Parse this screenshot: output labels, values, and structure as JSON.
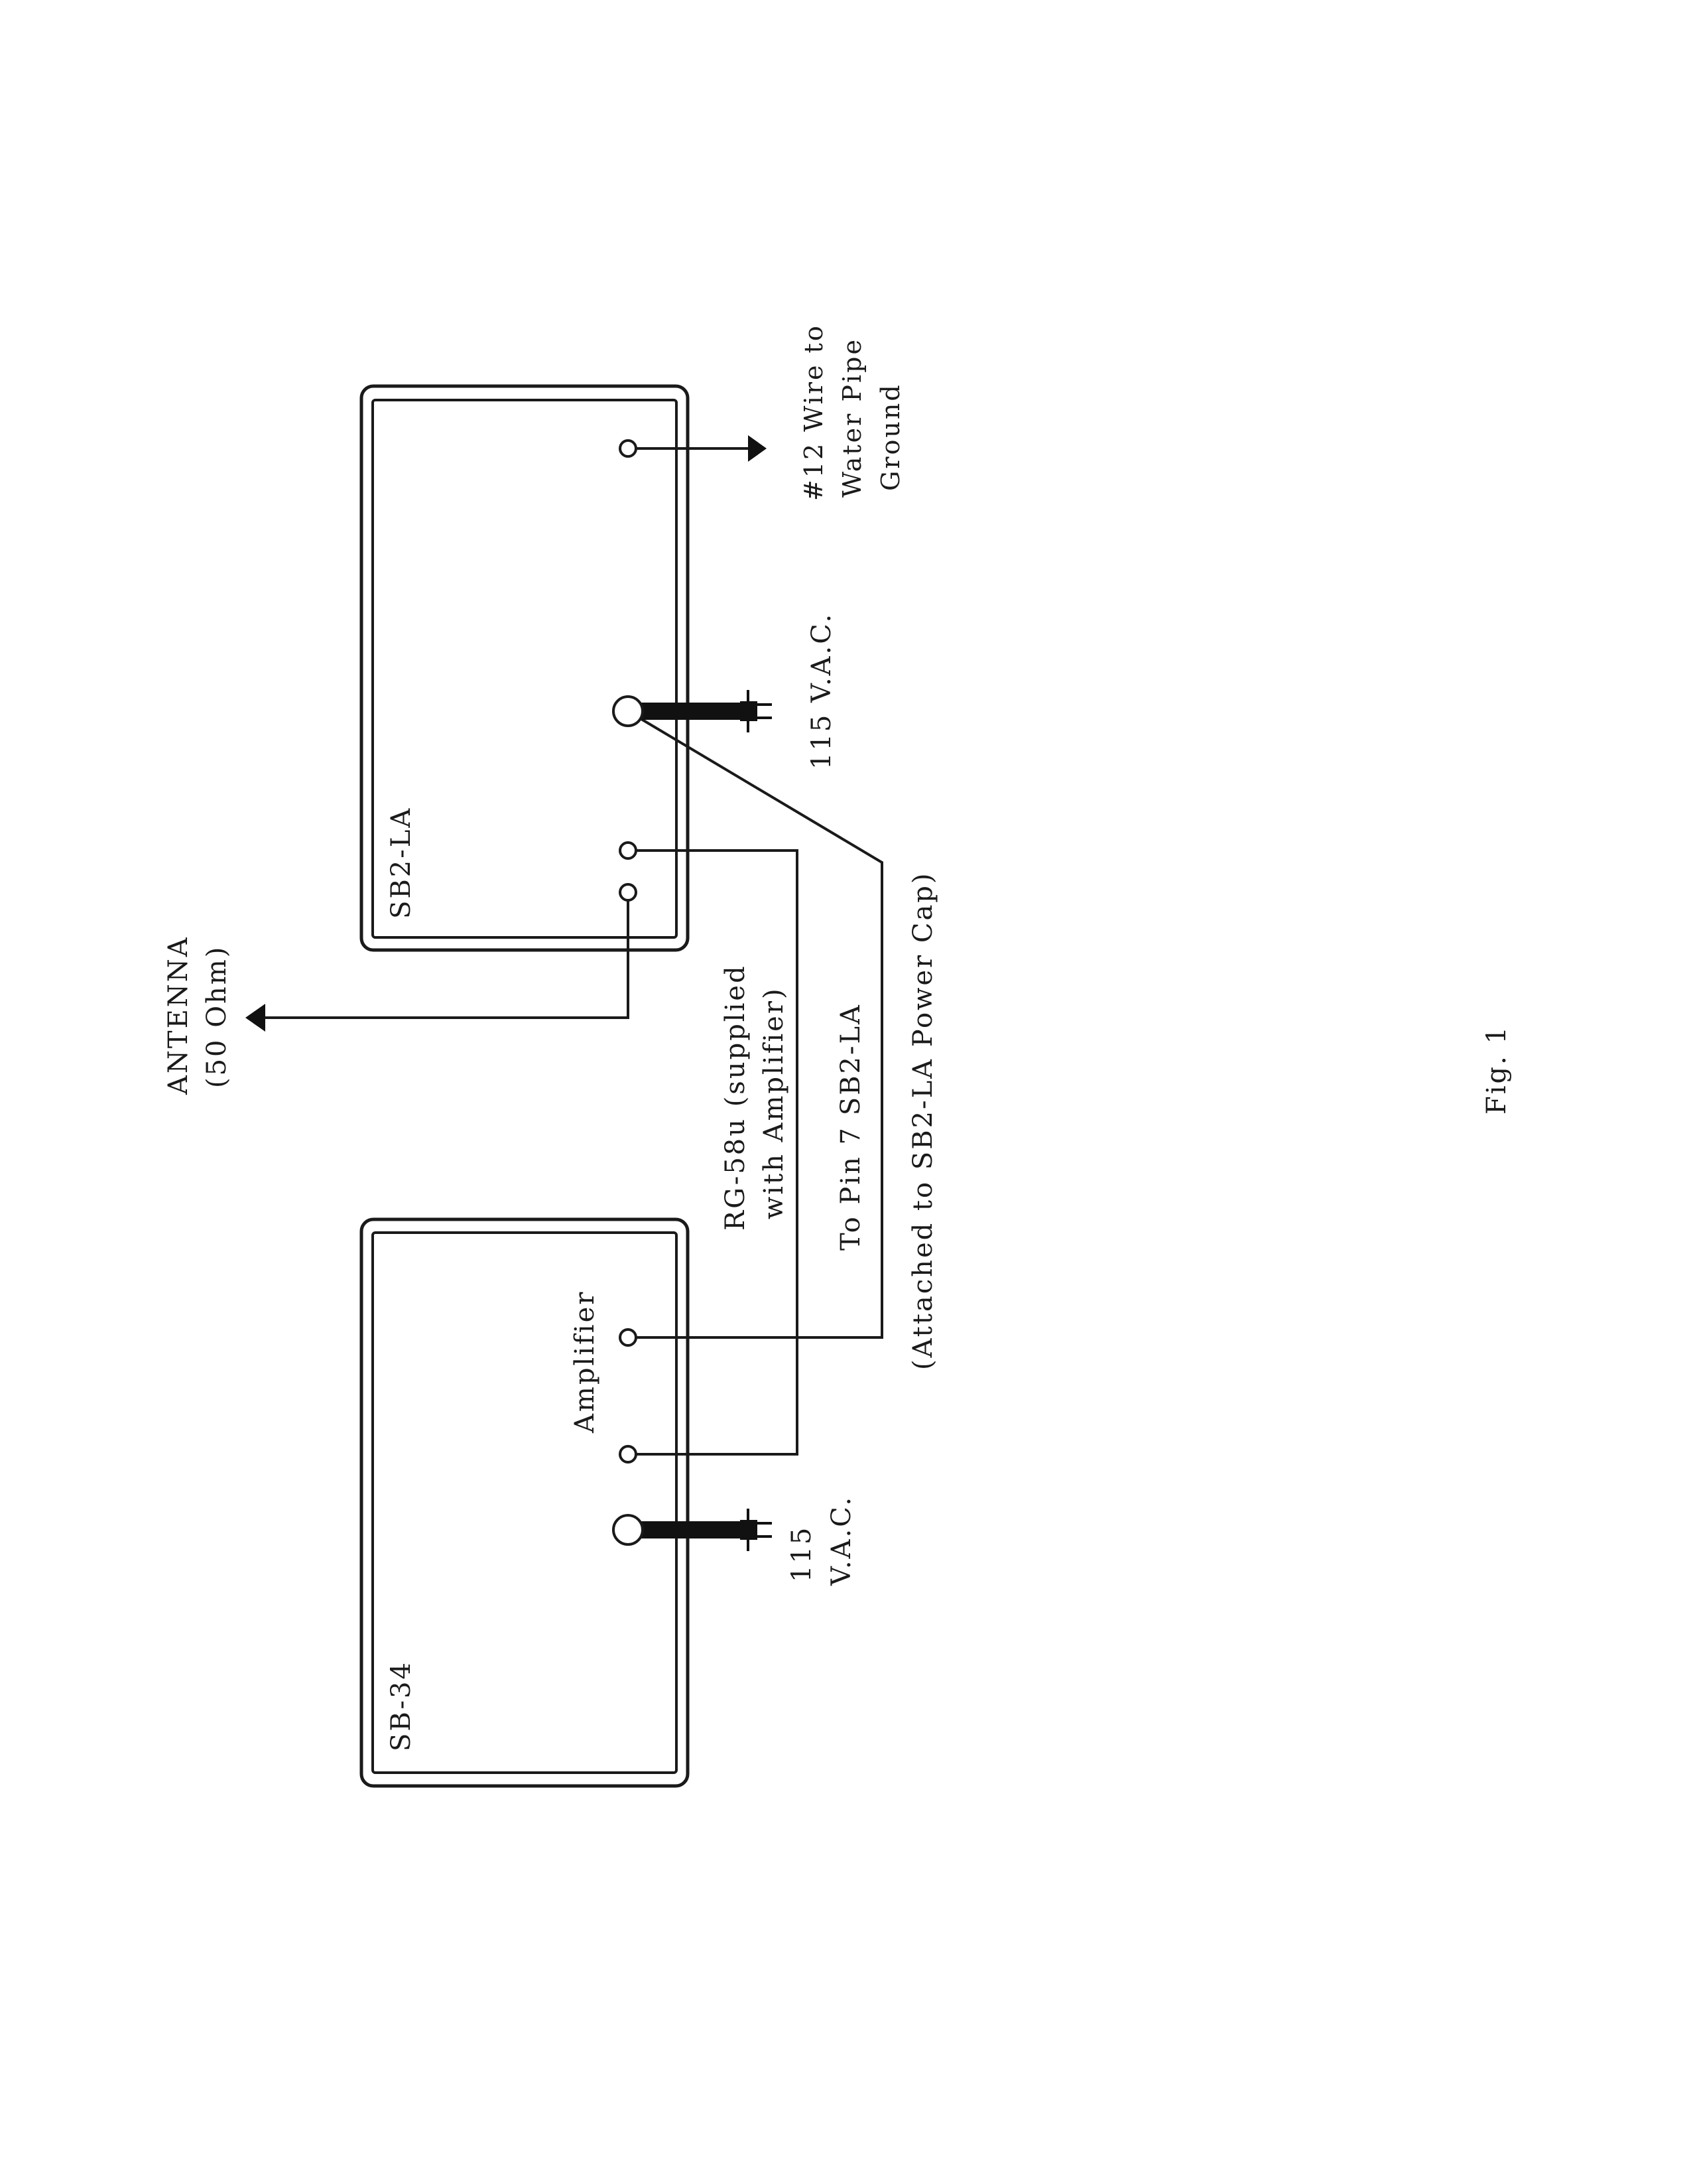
{
  "diagram": {
    "boxes": {
      "sb34": {
        "label": "SB-34"
      },
      "sb2la": {
        "label": "SB2-LA"
      },
      "amplifier": {
        "label": "Amplifier"
      }
    },
    "labels": {
      "antenna_line1": "ANTENNA",
      "antenna_line2": "(50  Ohm)",
      "rg58_line1": "RG-58u (supplied",
      "rg58_line2": "with Amplifier)",
      "pin7": "To  Pin 7  SB2-LA",
      "power_cap": "(Attached to SB2-LA Power Cap)",
      "vac_sb2la": "115 V.A.C.",
      "vac_sb34_line1": "115",
      "vac_sb34_line2": "V.A.C.",
      "ground_line1": "#12 Wire to",
      "ground_line2": "Water Pipe",
      "ground_line3": "Ground",
      "fig_caption": "Fig. 1"
    }
  }
}
